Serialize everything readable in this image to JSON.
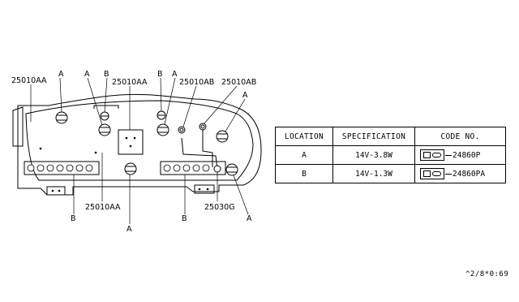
{
  "callouts": {
    "A1": "A",
    "A2": "A",
    "A3": "A",
    "A4": "A",
    "A5": "A",
    "A6": "A",
    "B1": "B",
    "B2": "B",
    "B3": "B",
    "B4": "B",
    "p25010AA_left": "25010AA",
    "p25010AA_top": "25010AA",
    "p25010AA_bottom": "25010AA",
    "p25010AB_1": "25010AB",
    "p25010AB_2": "25010AB",
    "p25030G": "25030G"
  },
  "table": {
    "headers": [
      "LOCATION",
      "SPECIFICATION",
      "CODE NO."
    ],
    "rows": [
      {
        "location": "A",
        "spec": "14V-3.8W",
        "code": "24860P"
      },
      {
        "location": "B",
        "spec": "14V-1.3W",
        "code": "24860PA"
      }
    ]
  },
  "footer": "^2/8*0:69"
}
